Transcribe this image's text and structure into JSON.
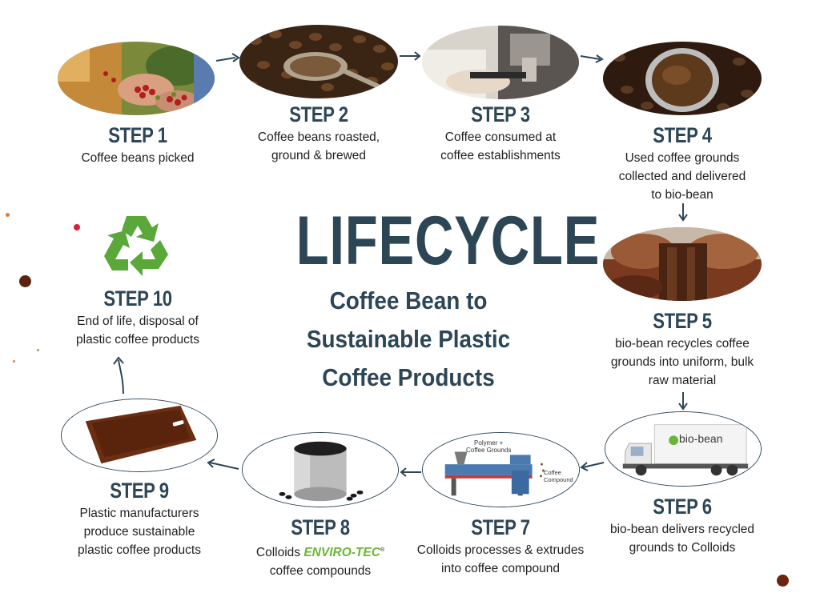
{
  "center": {
    "title": "LIFECYCLE",
    "subtitle_1": "Coffee Bean to",
    "subtitle_2": "Sustainable Plastic",
    "subtitle_3": "Coffee Products"
  },
  "steps": [
    {
      "title": "STEP 1",
      "desc": [
        "Coffee beans picked"
      ]
    },
    {
      "title": "STEP 2",
      "desc": [
        "Coffee beans roasted,",
        "ground & brewed"
      ]
    },
    {
      "title": "STEP 3",
      "desc": [
        "Coffee consumed at",
        "coffee establishments"
      ]
    },
    {
      "title": "STEP 4",
      "desc": [
        "Used coffee grounds",
        "collected and delivered",
        "to bio-bean"
      ]
    },
    {
      "title": "STEP 5",
      "desc": [
        "bio-bean recycles coffee",
        "grounds into uniform, bulk",
        "raw material"
      ]
    },
    {
      "title": "STEP 6",
      "desc": [
        "bio-bean delivers recycled",
        "grounds to Colloids"
      ]
    },
    {
      "title": "STEP 7",
      "desc": [
        "Colloids processes & extrudes",
        "into coffee compound"
      ]
    },
    {
      "title": "STEP 8",
      "desc_prefix": "Colloids ",
      "brand": "ENVIRO-TEC",
      "brand_mark": "®",
      "desc_2": "coffee compounds"
    },
    {
      "title": "STEP 9",
      "desc": [
        "Plastic manufacturers",
        "produce sustainable",
        "plastic coffee products"
      ]
    },
    {
      "title": "STEP 10",
      "desc": [
        "End of life, disposal of",
        "plastic coffee products"
      ]
    }
  ],
  "truck_logo": "bio-bean",
  "extruder": {
    "input_label_1": "Polymer +",
    "input_label_2": "Coffee Grounds",
    "output_label_1": "Coffee",
    "output_label_2": "Compound"
  },
  "colors": {
    "navy": "#2d4656",
    "recycle_green": "#5aa83a",
    "enviro_green": "#6bb638",
    "tray_brown": "#6b2e12"
  }
}
